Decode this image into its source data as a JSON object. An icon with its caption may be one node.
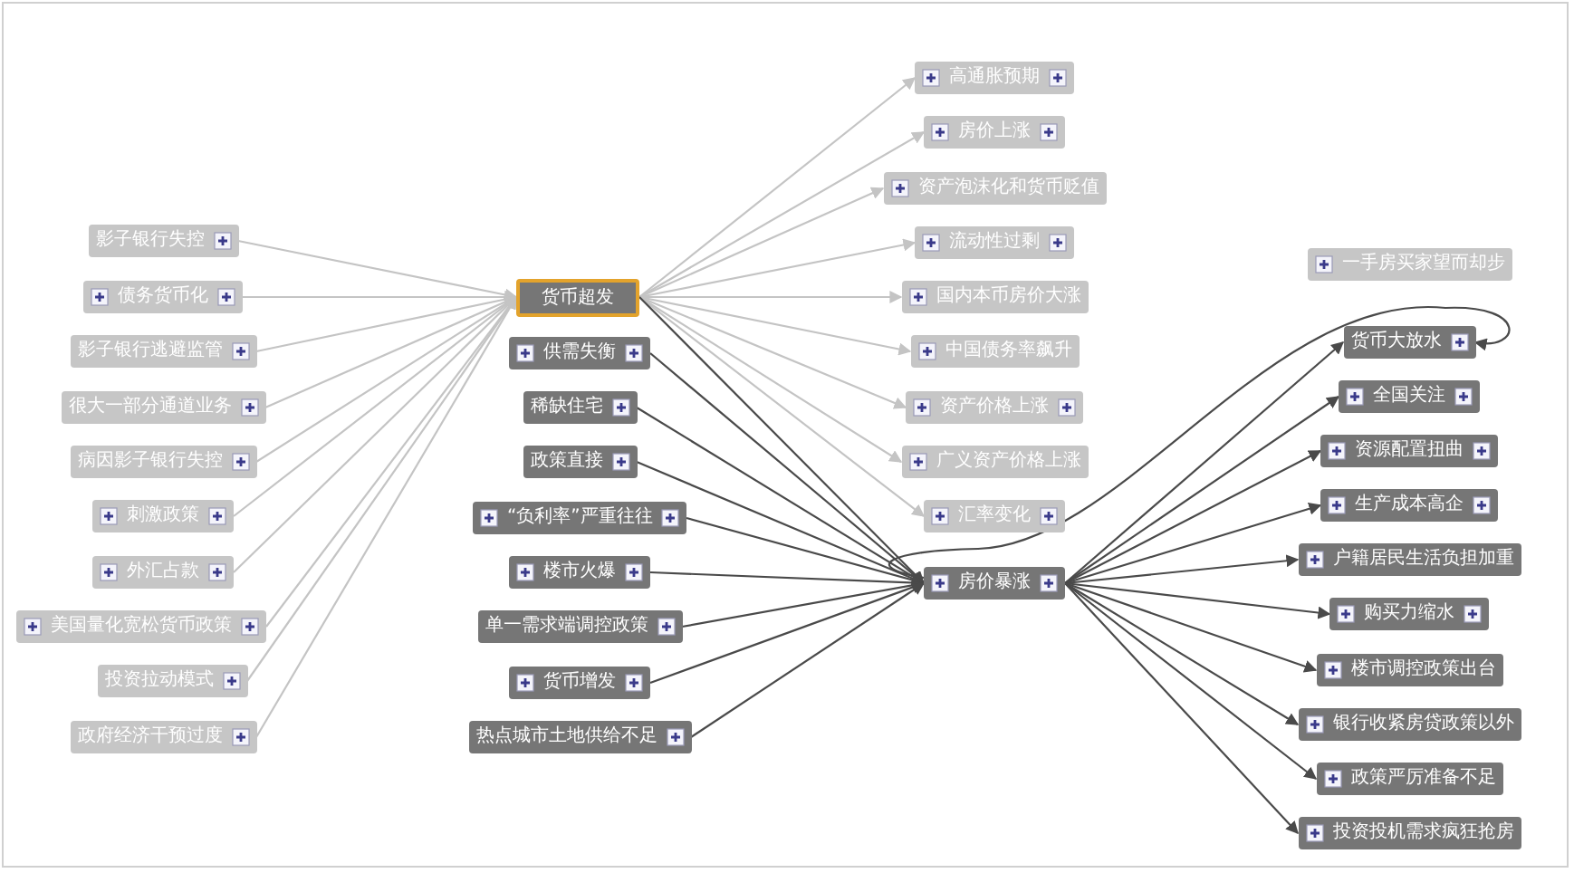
{
  "diagram": {
    "nodes": [
      {
        "text": [
          "影子银行失控"
        ]
      },
      {
        "text": [
          "债务货币化"
        ]
      },
      {
        "text": [
          "影子银行逃避监管"
        ]
      },
      {
        "text": [
          "很大一部分通道业务"
        ]
      },
      {
        "text": [
          "病因影子银行失控"
        ]
      },
      {
        "text": [
          "刺激政策"
        ]
      },
      {
        "text": [
          "外汇占款"
        ]
      },
      {
        "text": [
          "美国量化宽松货币政策"
        ]
      },
      {
        "text": [
          "投资拉动模式"
        ]
      },
      {
        "text": [
          "政府经济干预过度"
        ]
      },
      {
        "text": [
          "货币超发"
        ]
      },
      {
        "text": [
          "供需失衡"
        ]
      },
      {
        "text": [
          "稀缺住宅"
        ]
      },
      {
        "text": [
          "政策直接"
        ]
      },
      {
        "text": [
          "“负利率”严重往往"
        ]
      },
      {
        "text": [
          "楼市火爆"
        ]
      },
      {
        "text": [
          "单一需求端调控政策"
        ]
      },
      {
        "text": [
          "货币增发"
        ]
      },
      {
        "text": [
          "热点城市土地供给不足"
        ]
      },
      {
        "text": [
          "高通胀预期"
        ]
      },
      {
        "text": [
          "房价上涨"
        ]
      },
      {
        "text": [
          "资产泡沫化和货币贬值"
        ]
      },
      {
        "text": [
          "流动性过剩"
        ]
      },
      {
        "text": [
          "国内本币房价大涨"
        ]
      },
      {
        "text": [
          "中国债务率飙升"
        ]
      },
      {
        "text": [
          "资产价格上涨"
        ]
      },
      {
        "text": [
          "广义资产价格上涨"
        ]
      },
      {
        "text": [
          "汇率变化"
        ]
      },
      {
        "text": [
          "房价暴涨"
        ]
      },
      {
        "text": [
          "一手房买家望而却步"
        ]
      },
      {
        "text": [
          "货币大放水"
        ]
      },
      {
        "text": [
          "全国关注"
        ]
      },
      {
        "text": [
          "资源配置扭曲"
        ]
      },
      {
        "text": [
          "生产成本高企"
        ]
      },
      {
        "text": [
          "户籍居民生活负担加重"
        ]
      },
      {
        "text": [
          "购买力缩水"
        ]
      },
      {
        "text": [
          "楼市调控政策出台"
        ]
      },
      {
        "text": [
          "银行收紧房贷政策以外"
        ]
      },
      {
        "text": [
          "政策严厉准备不足"
        ]
      },
      {
        "text": [
          "投资投机需求疯狂抢房"
        ]
      }
    ],
    "edges": [
      {
        "from": 0,
        "to": 10,
        "arrow": "to",
        "color": "#c4c4c4"
      },
      {
        "from": 1,
        "to": 10,
        "arrow": "to",
        "color": "#c4c4c4"
      },
      {
        "from": 2,
        "to": 10,
        "arrow": "to",
        "color": "#c4c4c4"
      },
      {
        "from": 3,
        "to": 10,
        "arrow": "to",
        "color": "#c4c4c4"
      },
      {
        "from": 4,
        "to": 10,
        "arrow": "to",
        "color": "#c4c4c4"
      },
      {
        "from": 5,
        "to": 10,
        "arrow": "to",
        "color": "#c4c4c4"
      },
      {
        "from": 6,
        "to": 10,
        "arrow": "to",
        "color": "#c4c4c4"
      },
      {
        "from": 7,
        "to": 10,
        "arrow": "to",
        "color": "#c4c4c4"
      },
      {
        "from": 8,
        "to": 10,
        "arrow": "to",
        "color": "#c4c4c4"
      },
      {
        "from": 9,
        "to": 10,
        "arrow": "to",
        "color": "#c4c4c4"
      },
      {
        "from": 10,
        "to": 19,
        "arrow": "to",
        "color": "#c4c4c4"
      },
      {
        "from": 10,
        "to": 20,
        "arrow": "to",
        "color": "#c4c4c4"
      },
      {
        "from": 10,
        "to": 21,
        "arrow": "to",
        "color": "#c4c4c4"
      },
      {
        "from": 10,
        "to": 22,
        "arrow": "to",
        "color": "#c4c4c4"
      },
      {
        "from": 10,
        "to": 23,
        "arrow": "to",
        "color": "#c4c4c4"
      },
      {
        "from": 10,
        "to": 24,
        "arrow": "to",
        "color": "#c4c4c4"
      },
      {
        "from": 10,
        "to": 25,
        "arrow": "to",
        "color": "#c4c4c4"
      },
      {
        "from": 10,
        "to": 26,
        "arrow": "to",
        "color": "#c4c4c4"
      },
      {
        "from": 10,
        "to": 27,
        "arrow": "to",
        "color": "#c4c4c4"
      },
      {
        "from": 10,
        "to": 28,
        "arrow": "to"
      },
      {
        "from": 11,
        "to": 28,
        "arrow": "to"
      },
      {
        "from": 12,
        "to": 28,
        "arrow": "to"
      },
      {
        "from": 13,
        "to": 28,
        "arrow": "to"
      },
      {
        "from": 14,
        "to": 28,
        "arrow": "to"
      },
      {
        "from": 15,
        "to": 28,
        "arrow": "to"
      },
      {
        "from": 16,
        "to": 28,
        "arrow": "to"
      },
      {
        "from": 17,
        "to": 28,
        "arrow": "to"
      },
      {
        "from": 18,
        "to": 28,
        "arrow": "to"
      },
      {
        "from": 28,
        "to": 30,
        "arrow": "to"
      },
      {
        "from": 28,
        "to": 30,
        "arrow": "to"
      },
      {
        "from": 28,
        "to": 31,
        "arrow": "to"
      },
      {
        "from": 28,
        "to": 32,
        "arrow": "to"
      },
      {
        "from": 28,
        "to": 33,
        "arrow": "to"
      },
      {
        "from": 28,
        "to": 34,
        "arrow": "to"
      },
      {
        "from": 28,
        "to": 35,
        "arrow": "to"
      },
      {
        "from": 28,
        "to": 36,
        "arrow": "to"
      },
      {
        "from": 28,
        "to": 37,
        "arrow": "to"
      },
      {
        "from": 28,
        "to": 38,
        "arrow": "to"
      },
      {
        "from": 28,
        "to": 39,
        "arrow": "to"
      }
    ]
  }
}
